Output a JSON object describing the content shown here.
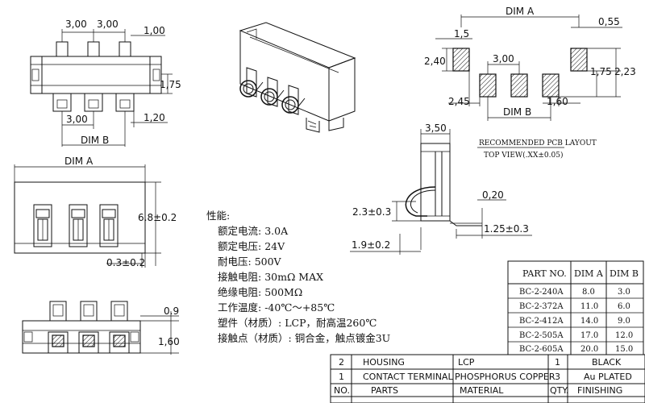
{
  "top_view": {
    "dim_top_1": "3,00",
    "dim_top_2": "3,00",
    "dim_top_3": "1,00",
    "dim_right": "1,75",
    "dim_bottom_1": "3,00",
    "dim_bottom_2": "1,20",
    "dim_b_label": "DIM B"
  },
  "front_view": {
    "dim_a_label": "DIM A",
    "height": "6.8±0.2",
    "offset": "0.3±0.2"
  },
  "bottom_view": {
    "dim_1": "0.9",
    "dim_2": "1,60"
  },
  "side_view": {
    "width": "3,50",
    "contact_height": "2.3±0.3",
    "lead": "0,20",
    "lead_length": "1.25±0.3",
    "base": "1.9±0.2"
  },
  "pcb_layout": {
    "dim_a_label": "DIM A",
    "d_055": "0,55",
    "d_15": "1,5",
    "d_240": "2,40",
    "d_300": "3,00",
    "d_175": "1,75",
    "d_223": "2,23",
    "d_245": "2,45",
    "dim_b_label": "DIM B",
    "d_160": "1,60",
    "title": "RECOMMENDED PCB LAYOUT",
    "subtitle": "TOP VIEW(.XX±0.05)"
  },
  "specs": {
    "heading": "性能:",
    "rows": [
      {
        "label": "额定电流:",
        "value": "3.0A"
      },
      {
        "label": "额定电压:",
        "value": "24V"
      },
      {
        "label": "耐电压:",
        "value": "500V"
      },
      {
        "label": "接触电阻:",
        "value": "30mΩ MAX"
      },
      {
        "label": "绝缘电阻:",
        "value": "500MΩ"
      },
      {
        "label": "工作温度:",
        "value": "-40℃～+85℃"
      },
      {
        "label": "塑件（材质）:",
        "value": "LCP，耐高温260℃"
      },
      {
        "label": "接触点（材质）:",
        "value": "铜合金，触点镀金3U"
      }
    ]
  },
  "part_table": {
    "headers": [
      "PART NO.",
      "DIM A",
      "DIM B"
    ],
    "rows": [
      [
        "BC-2-240A",
        "8.0",
        "3.0"
      ],
      [
        "BC-2-372A",
        "11.0",
        "6.0"
      ],
      [
        "BC-2-412A",
        "14.0",
        "9.0"
      ],
      [
        "BC-2-505A",
        "17.0",
        "12.0"
      ],
      [
        "BC-2-605A",
        "20.0",
        "15.0"
      ]
    ]
  },
  "bom": {
    "rows": [
      {
        "no": "2",
        "part": "HOUSING",
        "material": "LCP",
        "qty": "1",
        "finish": "BLACK"
      },
      {
        "no": "1",
        "part": "CONTACT TERMINAL",
        "material": "PHOSPHORUS COPPER",
        "qty": "3",
        "finish": "Au PLATED"
      }
    ],
    "header": {
      "no": "NO.",
      "part": "PARTS",
      "material": "MATERIAL",
      "qty": "QTY.",
      "finish": "FINISHING"
    }
  }
}
